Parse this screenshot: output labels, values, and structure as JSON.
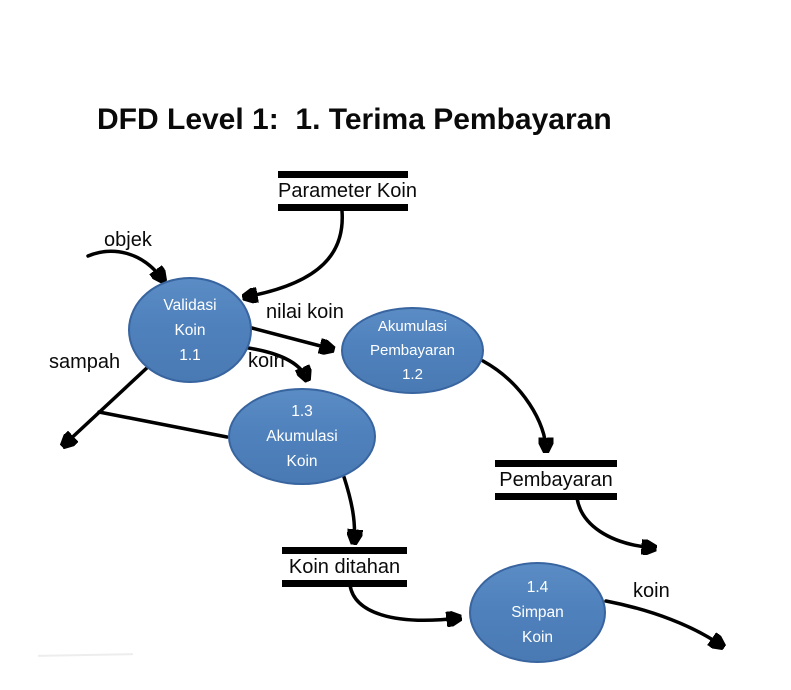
{
  "title": "DFD Level 1:  1. Terima Pembayaran",
  "colors": {
    "process_fill": "#4f81bd",
    "process_border": "#38649f",
    "process_text": "#ffffff",
    "line": "#000000",
    "background": "#ffffff"
  },
  "processes": [
    {
      "id": "1.1",
      "name": "Validasi Koin",
      "text": "Validasi\nKoin\n1.1"
    },
    {
      "id": "1.2",
      "name": "Akumulasi Pembayaran",
      "text": "Akumulasi\nPembayaran\n1.2"
    },
    {
      "id": "1.3",
      "name": "Akumulasi Koin",
      "text": "1.3\nAkumulasi\nKoin"
    },
    {
      "id": "1.4",
      "name": "Simpan Koin",
      "text": "1.4\nSimpan\nKoin"
    }
  ],
  "datastores": [
    {
      "label": "Parameter Koin"
    },
    {
      "label": "Pembayaran"
    },
    {
      "label": "Koin ditahan"
    }
  ],
  "flow_labels": [
    {
      "text": "objek"
    },
    {
      "text": "nilai koin"
    },
    {
      "text": "koin"
    },
    {
      "text": "sampah"
    },
    {
      "text": "koin"
    }
  ]
}
